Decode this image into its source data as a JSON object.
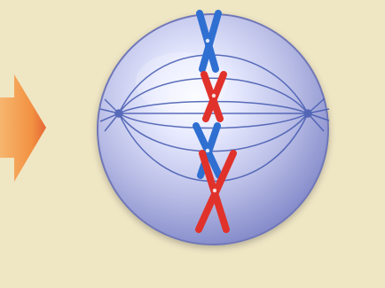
{
  "page_title": "",
  "background_text": [
    "",
    "",
    "",
    "",
    "",
    "",
    "",
    "",
    "",
    "",
    "",
    ""
  ],
  "colors": {
    "paper": "#efe6c4",
    "arrow": "#f28c3a",
    "cell_fill": "#a9afdb",
    "cell_edge": "#6f76b8",
    "spindle": "#3f58b0",
    "chromosome_blue": "#2f6fd1",
    "chromosome_red": "#e0322b"
  },
  "objects": [
    "arrow-icon",
    "cell",
    "spindle-fibers",
    "chromosome-blue",
    "chromosome-red"
  ]
}
